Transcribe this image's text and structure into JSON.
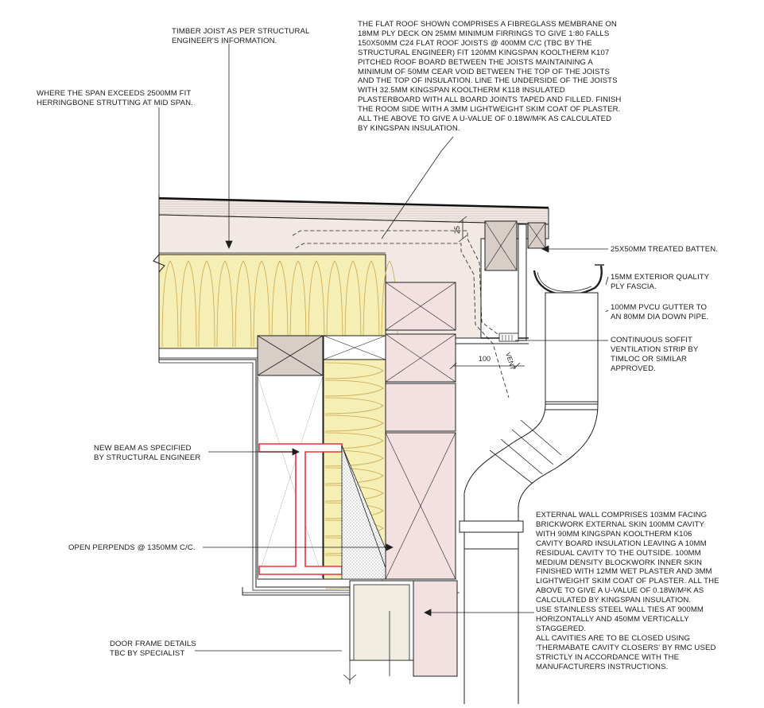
{
  "notes": {
    "timber_joist": "TIMBER JOIST AS PER STRUCTURAL\nENGINEER'S INFORMATION.",
    "span": "WHERE THE SPAN EXCEEDS 2500mm FIT\nHERRINGBONE STRUTTING AT MID SPAN.",
    "flat_roof": "THE FLAT ROOF SHOWN COMPRISES A FIBREGLASS MEMBRANE ON\n18mm PLY DECK ON 25mm MINIMUM FIRRINGS TO GIVE 1:80 FALLS\n150x50mm C24 FLAT ROOF JOISTS @ 400mm C/C (TBC BY THE\nSTRUCTURAL ENGINEER) FIT 120mm KINGSPAN KOOLTHERM K107\nPITCHED ROOF BOARD BETWEEN THE JOISTS MAINTAINING A\nMINIMUM OF 50mm CEAR VOID BETWEEN THE TOP OF THE JOISTS\nAND THE TOP OF INSULATION. LINE THE UNDERSIDE OF THE JOISTS\nWITH 32.5mm KINGSPAN KOOLTHERM K118 INSULATED\nPLASTERBOARD WITH ALL BOARD JOINTS TAPED AND FILLED. FINISH\nTHE ROOM SIDE WITH A 3mm LIGHTWEIGHT SKIM COAT OF PLASTER.\nALL THE ABOVE TO GIVE A U-VALUE OF 0.18W/m²K AS CALCULATED\nBY KINGSPAN INSULATION.",
    "batten": "25x50mm TREATED BATTEN.",
    "fascia": "15mm EXTERIOR QUALITY\nPLY FASCIA.",
    "gutter": "100mm PVCu GUTTER TO\nAN 80mm DIA DOWN PIPE.",
    "soffit": "CONTINUOUS SOFFIT\nVENTILATION STRIP BY\nTIMLOC OR SIMILAR\nAPPROVED.",
    "beam": "NEW BEAM AS SPECIFIED\nBY STRUCTURAL ENGINEER",
    "perpends": "OPEN PERPENDS @ 1350mm C/C.",
    "door_frame": "DOOR FRAME DETAILS\nTBC BY SPECIALIST",
    "external_wall": "EXTERNAL WALL COMPRISES 103mm FACING\nBRICKWORK EXTERNAL SKIN 100mm CAVITY\nWITH 90mm KINGSPAN KOOLTHERM K106\nCAVITY BOARD INSULATION LEAVING A 10mm\nRESIDUAL CAVITY TO THE OUTSIDE. 100mm\nMEDIUM DENSITY BLOCKWORK INNER SKIN\nFINISHED WITH 12mm WET PLASTER AND 3mm\nLIGHTWEIGHT SKIM COAT OF PLASTER. ALL THE\nABOVE TO GIVE A U-VALUE OF 0.18W/m²K AS\nCALCULATED BY KINGSPAN INSULATION.\nUSE STAINLESS STEEL WALL TIES AT 900mm\nHORIZONTALLY AND 450mm VERTICALLY\nSTAGGERED.\nALL CAVITIES ARE TO BE CLOSED USING\n'THERMABATE CAVITY CLOSERS' BY RMC USED\nSTRICTLY IN ACCORDANCE WITH THE\nMANUFACTURERS INSTRUCTIONS."
  },
  "dimensions": {
    "firring": "25",
    "vent_width": "100",
    "vent_label": "VENT"
  },
  "colors": {
    "line": "#1f1f1f",
    "steel": "#e8323c",
    "timber": "#d9cdc7",
    "brick": "#f3e1e1",
    "insulation": "#f6efb5",
    "insulation_stroke": "#d6b54a",
    "plaster_deck": "#f1e7e3"
  }
}
